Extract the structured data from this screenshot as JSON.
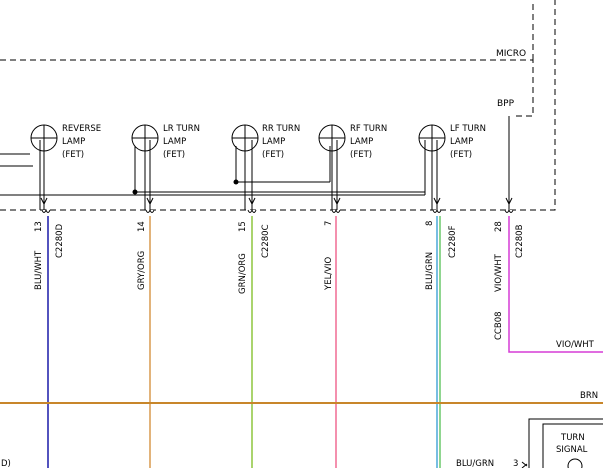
{
  "module": {
    "name": "MICRO",
    "pin_label": "BPP"
  },
  "lamps": [
    {
      "id": "reverse",
      "lines": [
        "REVERSE",
        "LAMP",
        "(FET)"
      ]
    },
    {
      "id": "lr",
      "lines": [
        "LR TURN",
        "LAMP",
        "(FET)"
      ]
    },
    {
      "id": "rr",
      "lines": [
        "RR TURN",
        "LAMP",
        "(FET)"
      ]
    },
    {
      "id": "rf",
      "lines": [
        "RF TURN",
        "LAMP",
        "(FET)"
      ]
    },
    {
      "id": "lf",
      "lines": [
        "LF TURN",
        "LAMP",
        "(FET)"
      ]
    }
  ],
  "circuits": [
    {
      "pin": "13",
      "wire": "BLU/WHT",
      "connector": "C2280D",
      "color": "#1a1aa8"
    },
    {
      "pin": "14",
      "wire": "GRY/ORG",
      "connector": "",
      "color": "#d89a4e"
    },
    {
      "pin": "15",
      "wire": "GRN/ORG",
      "connector": "C2280C",
      "color": "#8dc63f"
    },
    {
      "pin": "7",
      "wire": "YEL/VIO",
      "connector": "",
      "color": "#f06c93"
    },
    {
      "pin": "8",
      "wire": "BLU/GRN",
      "connector": "C2280F",
      "color": "#57c1a6"
    },
    {
      "pin": "28",
      "wire": "VIO/WHT",
      "connector": "C2280B",
      "color": "#d63bd6"
    }
  ],
  "splice": {
    "label": "CCB08"
  },
  "right_wires": {
    "vio_wht": "VIO/WHT",
    "brn": "BRN",
    "blu_grn": "BLU/GRN",
    "blu_grn_pin": "3"
  },
  "turn_signal_box": {
    "lines": [
      "TURN",
      "SIGNAL"
    ]
  },
  "partial_text": "D)",
  "colors": {
    "brn": "#c8862a",
    "line": "#000000"
  }
}
